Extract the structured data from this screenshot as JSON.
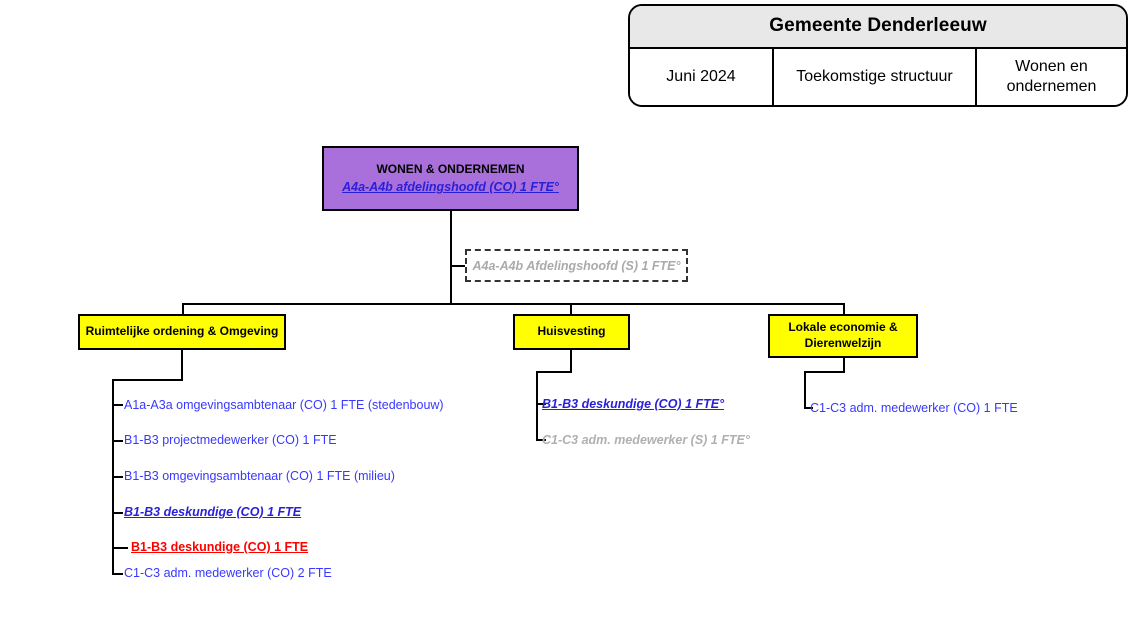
{
  "title_block": {
    "organisation": "Gemeente Denderleeuw",
    "date": "Juni 2024",
    "structure": "Toekomstige structuur",
    "department": "Wonen en ondernemen"
  },
  "colors": {
    "purple": "#a970dc",
    "yellow": "#ffff00",
    "blue_text": "#3838ff",
    "blue_link": "#2a20d8",
    "red": "#ff0000",
    "gray": "#b0b0b0",
    "header_gray": "#e8e8e8"
  },
  "root": {
    "title": "WONEN & ONDERNEMEN",
    "subtitle": "A4a-A4b afdelingshoofd (CO) 1 FTE°"
  },
  "staff_note": {
    "label": "A4a-A4b Afdelingshoofd (S) 1 FTE°"
  },
  "branches": [
    {
      "name": "Ruimtelijke ordening & Omgeving",
      "items": [
        {
          "label": "A1a-A3a omgevingsambtenaar (CO) 1 FTE (stedenbouw)",
          "style": "plain"
        },
        {
          "label": "B1-B3 projectmedewerker (CO) 1 FTE",
          "style": "plain"
        },
        {
          "label": "B1-B3 omgevingsambtenaar (CO) 1 FTE (milieu)",
          "style": "plain"
        },
        {
          "label": "B1-B3 deskundige (CO) 1 FTE",
          "style": "blue-italic"
        },
        {
          "label": "B1-B3 deskundige (CO) 1 FTE",
          "style": "red"
        },
        {
          "label": "C1-C3 adm. medewerker (CO) 2 FTE",
          "style": "plain"
        }
      ]
    },
    {
      "name": "Huisvesting",
      "items": [
        {
          "label": "B1-B3 deskundige (CO) 1 FTE°",
          "style": "blue-italic"
        },
        {
          "label": "C1-C3 adm. medewerker (S) 1 FTE°",
          "style": "gray"
        }
      ]
    },
    {
      "name": "Lokale economie & Dierenwelzijn",
      "items": [
        {
          "label": "C1-C3 adm. medewerker (CO) 1 FTE",
          "style": "plain"
        }
      ]
    }
  ]
}
